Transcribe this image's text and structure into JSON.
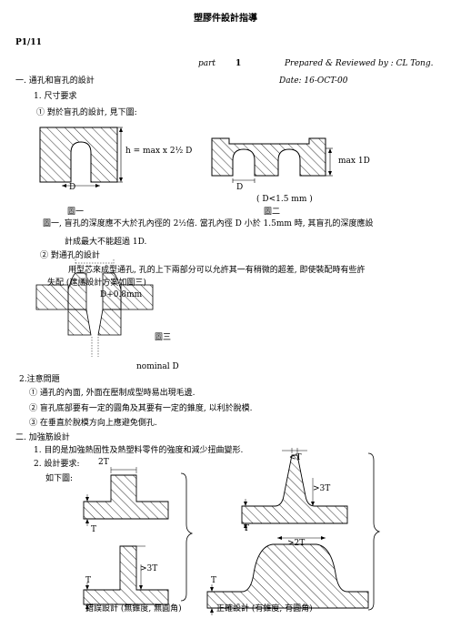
{
  "doc": {
    "title": "塑膠件設計指導",
    "page": "P1/11",
    "part_label": "part",
    "part_no": "1",
    "prepared": "Prepared & Reviewed by : CL Tong.",
    "date": "Date: 16-OCT-00"
  },
  "section1": {
    "heading": "一.  通孔和盲孔的設計",
    "item1": "1.   尺寸要求",
    "sub1": "①   對於盲孔的設計,  見下圖:",
    "fig1_label": "h = max x 2½ D",
    "fig1_d": "D",
    "fig2_label": "max 1D",
    "fig2_d": "D",
    "fig2_note": "( D<1.5 mm )",
    "cap1": "圖一",
    "cap2": "圖二",
    "desc1": "圖一,  盲孔的深度應不大於孔內徑的 2½倍.  當孔內徑 D 小於 1.5mm 時,  其盲孔的深度應設",
    "desc2": "計成最大不能超過 1D.",
    "sub2": "②   對通孔的設計",
    "desc3": "用型芯來成型通孔,  孔的上下兩部分可以允許其一有稍微的超差,  即使裝配時有些許",
    "desc4": "失配  (建議設計方案如圖三)",
    "fig3_top": "D+0.8mm",
    "fig3_cap": "圖三",
    "fig3_bottom": "nominal D"
  },
  "section2": {
    "heading": "2.注意問題",
    "p1": "①   通孔的內面,  外面在壓制成型時易出現毛邊.",
    "p2": "②   盲孔底部要有一定的圓角及其要有一定的錐度,  以利於脫模.",
    "p3": "③   在垂直於脫模方向上應避免側孔."
  },
  "section3": {
    "heading": "二.  加強筋設計",
    "item1": "1.   目的是加強熱固性及熱塑料零件的強度和減少扭曲變形.",
    "item2": "2.   設計要求:",
    "item2b": "如下圖:",
    "l_2t": "2T",
    "l_t1": "T",
    "l_3t": ">3T",
    "l_t2": "T",
    "r_lt": "<T",
    "r_3t": ">3T",
    "r_t1": "T",
    "r_2t": ">2T",
    "r_t2": "T",
    "wrong": "錯誤設計  (無錐度,  無圓角)",
    "right": "正確設計  (有錐度,  有圓角)"
  }
}
